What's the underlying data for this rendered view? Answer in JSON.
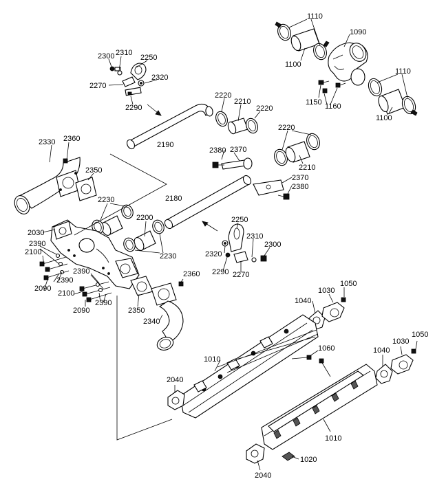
{
  "parts": {
    "p1110a": "1110",
    "p1090": "1090",
    "p1100a": "1100",
    "p1110b": "1110",
    "p1150": "1150",
    "p1160": "1160",
    "p1100b": "1100",
    "p2300a": "2300",
    "p2310a": "2310",
    "p2250a": "2250",
    "p2320a": "2320",
    "p2270a": "2270",
    "p2290a": "2290",
    "p2220a": "2220",
    "p2210a": "2210",
    "p2220b": "2220",
    "p2190": "2190",
    "p2220c": "2220",
    "p2210b": "2210",
    "p2330": "2330",
    "p2360a": "2360",
    "p2350a": "2350",
    "p2380a": "2380",
    "p2370a": "2370",
    "p2370b": "2370",
    "p2380b": "2380",
    "p2230a": "2230",
    "p2180": "2180",
    "p2200": "2200",
    "p2230b": "2230",
    "p2030": "2030",
    "p2390a": "2390",
    "p2100a": "2100",
    "p2390b": "2390",
    "p2090a": "2090",
    "p2390c": "2390",
    "p2100b": "2100",
    "p2390d": "2390",
    "p2090b": "2090",
    "p2250b": "2250",
    "p2310b": "2310",
    "p2300b": "2300",
    "p2320b": "2320",
    "p2290b": "2290",
    "p2270b": "2270",
    "p2360b": "2360",
    "p2350b": "2350",
    "p2340": "2340",
    "p1030a": "1030",
    "p1050a": "1050",
    "p1040a": "1040",
    "p1060": "1060",
    "p1010a": "1010",
    "p2040a": "2040",
    "p1040b": "1040",
    "p1030b": "1030",
    "p1050b": "1050",
    "p1010b": "1010",
    "p1020": "1020",
    "p2040b": "2040"
  }
}
